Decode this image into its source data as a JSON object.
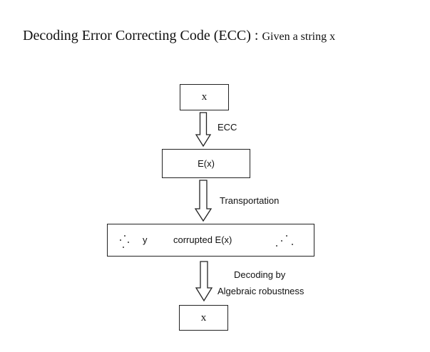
{
  "title": {
    "main": "Decoding Error Correcting Code (ECC) :",
    "sub": "Given a string x"
  },
  "nodes": {
    "input": "x",
    "encoded": "E(x)",
    "corrupted_symbol": "y",
    "corrupted_label": "corrupted E(x)",
    "output": "x"
  },
  "edges": {
    "ecc": "ECC",
    "transport": "Transportation",
    "decode_line1": "Decoding by",
    "decode_line2": "Algebraic robustness"
  }
}
